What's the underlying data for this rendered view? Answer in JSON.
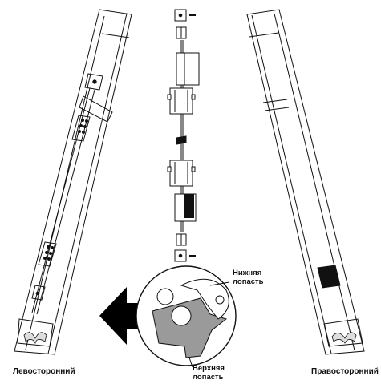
{
  "labels": {
    "left_side": "Левосторонний",
    "right_side": "Правосторонний",
    "lower_blade_line1": "Нижняя",
    "lower_blade_line2": "лопасть",
    "upper_blade_line1": "Верхняя",
    "upper_blade_line2": "лопасть"
  },
  "colors": {
    "ink": "#111111",
    "fill_gray": "#9a9a9a",
    "arrow": "#000000",
    "background": "#ffffff"
  }
}
